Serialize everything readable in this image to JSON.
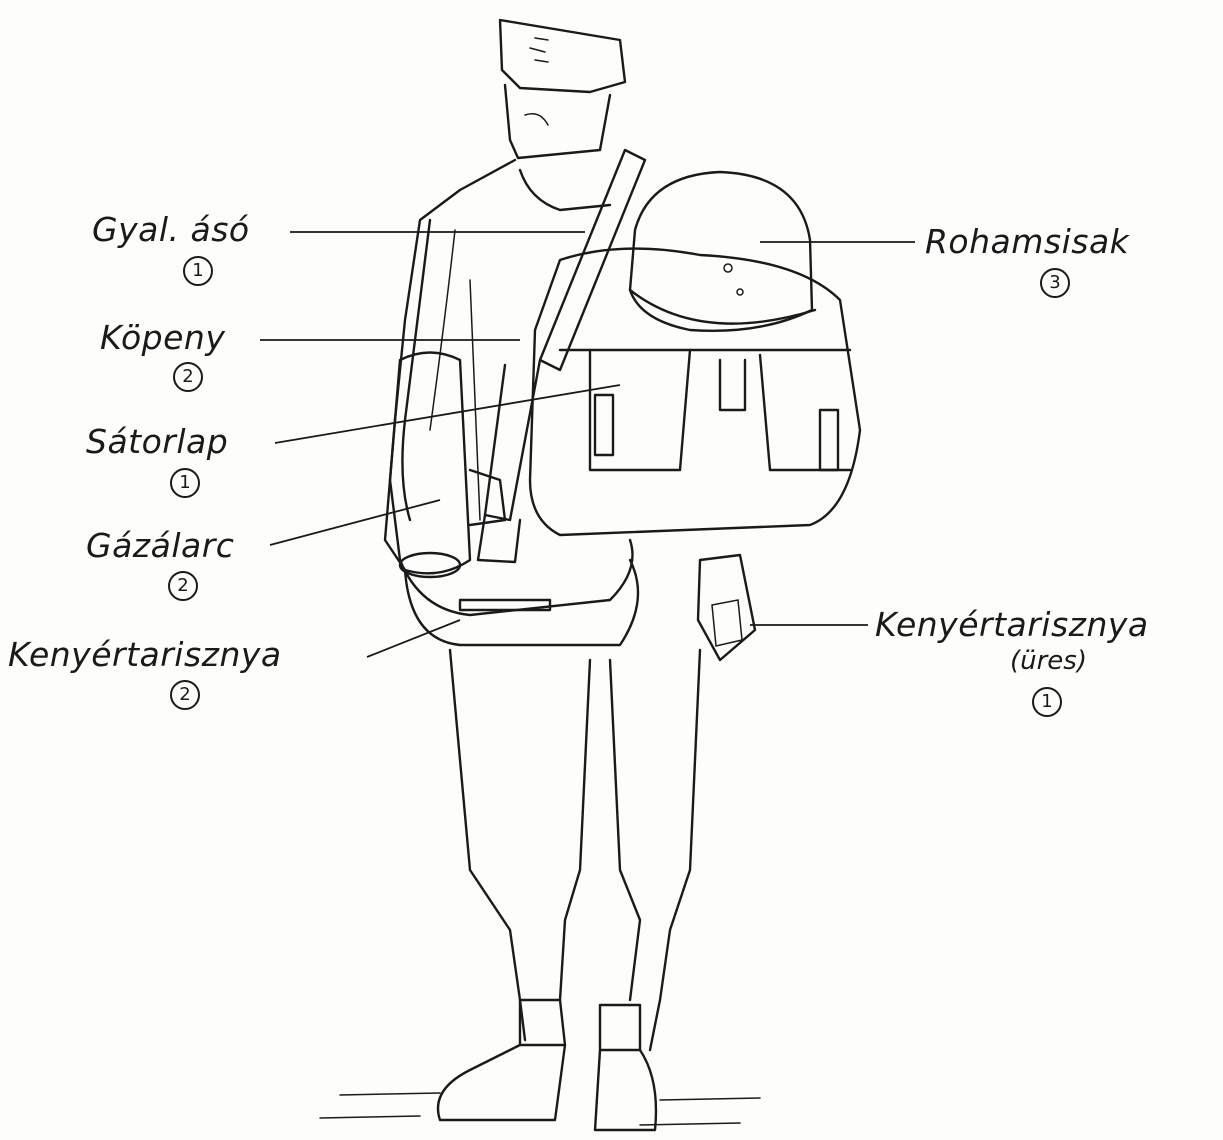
{
  "labels": {
    "gyal_aso": "Gyal. ásó",
    "kopeny": "Köpeny",
    "satorlap": "Sátorlap",
    "gazalarc": "Gázálarc",
    "kenyertarisznya_left": "Kenyértarisznya",
    "rohamsisak": "Rohamsisak",
    "kenyertarisznya_right": "Kenyértarisznya",
    "kenyertarisznya_right_note": "(üres)"
  },
  "counts": {
    "gyal_aso": "1",
    "kopeny": "2",
    "satorlap": "1",
    "gazalarc": "2",
    "kenyertarisznya_left": "2",
    "rohamsisak": "3",
    "kenyertarisznya_right": "1"
  }
}
